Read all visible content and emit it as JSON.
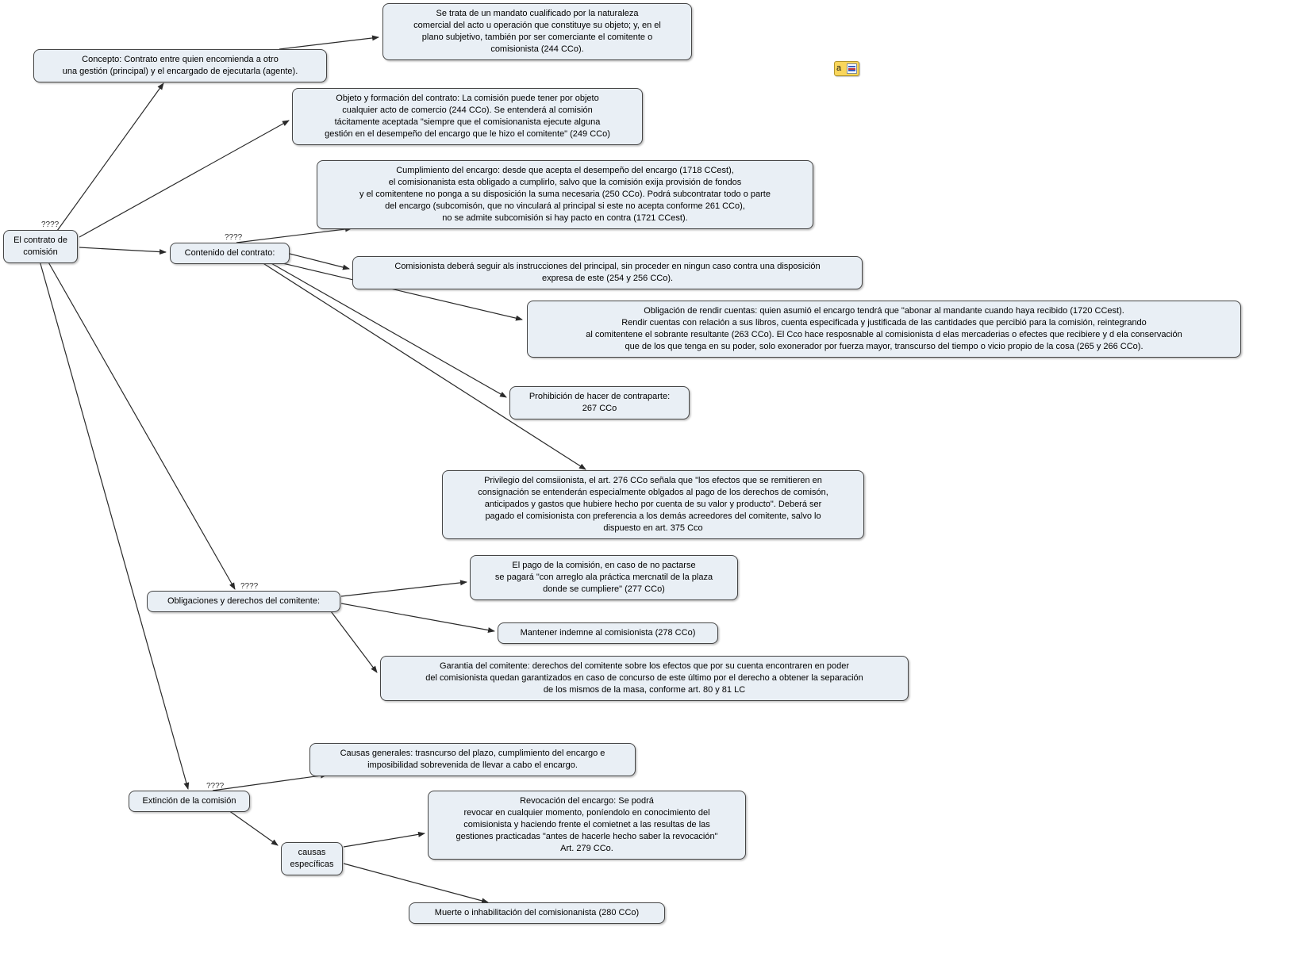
{
  "nodes": {
    "main": {
      "text": "El contrato de\ncomisión"
    },
    "concepto": {
      "text": "Concepto: Contrato entre quien encomienda a otro\nuna gestión (principal) y el encargado de ejecutarla (agente)."
    },
    "mandato": {
      "text": "Se trata de un mandato cualificado por la naturaleza\ncomercial del acto u operación que constituye su objeto; y, en el\nplano subjetivo, también por ser comerciante el comitente o\ncomisionista (244 CCo)."
    },
    "objeto": {
      "text": "Objeto y formación del contrato: La comisión puede tener por objeto\ncualquier acto de comercio (244 CCo). Se entenderá al comisión\ntácitamente aceptada \"siempre que el comisionanista ejecute alguna\ngestión en el desempeño del encargo que le hizo el comitente\" (249 CCo)"
    },
    "cumplimiento": {
      "text": "Cumplimiento del encargo: desde  que acepta el desempeño del encargo (1718 CCest),\nel comisionanista esta obligado a cumplirlo, salvo que la comisión exija provisión de fondos\ny el comitentene no ponga a su disposición la suma necesaria (250 CCo). Podrá subcontratar todo o parte\ndel encargo (subcomisón, que no vinculará al principal si este no acepta conforme 261 CCo),\nno se admite subcomisión si hay pacto en contra (1721 CCest)."
    },
    "contenido": {
      "text": "Contenido del contrato:"
    },
    "instrucciones": {
      "text": "Comisionista deberá seguir als instrucciones del principal, sin proceder en ningun caso contra una disposición\nexpresa de este (254 y 256 CCo)."
    },
    "rendir": {
      "text": "Obligación de rendir cuentas: quien asumió el encargo tendrá que \"abonar al mandante cuando haya recibido (1720 CCest).\nRendir cuentas con relación a sus libros, cuenta especificada y justificada de las cantidades que percibió para la comisión, reintegrando\nal comitentene el sobrante resultante (263 CCo). El Cco hace resposnable al comisionista d elas mercaderias o efectes que recibiere y d ela conservación\nque de los que tenga en su poder, solo exonerador por fuerza mayor, transcurso del tiempo o vicio propio de la cosa (265 y 266 CCo)."
    },
    "prohibicion": {
      "text": "Prohibición de hacer de contraparte:\n267 CCo"
    },
    "privilegio": {
      "text": "Privilegio del comsiionista, el art. 276 CCo señala que \"los efectos que se remitieren en\nconsignación se entenderán especialmente oblgados al pago de los derechos de comisón,\nanticipados y gastos que hubiere hecho por cuenta de su valor y producto\". Deberá ser\npagado el comisionista con preferencia a los demás acreedores del comitente, salvo lo\ndispuesto en art. 375 Cco"
    },
    "pago": {
      "text": "El pago de la comisión, en caso de no pactarse\nse pagará \"con arreglo ala práctica mercnatil de la plaza\ndonde se cumpliere\" (277 CCo)"
    },
    "obligaciones": {
      "text": "Obligaciones y derechos del comitente:"
    },
    "indemne": {
      "text": "Mantener indemne al comisionista (278 CCo)"
    },
    "garantia": {
      "text": "Garantia del comitente: derechos del comitente sobre los efectos que por su cuenta encontraren en poder\ndel comisionista quedan garantizados en caso de concurso de este último por el derecho a obtener la separación\nde los mismos de la masa, conforme art. 80 y 81 LC"
    },
    "causas_generales": {
      "text": "Causas generales: trasncurso del plazo, cumplimiento del encargo e\nimposibilidad sobrevenida de llevar a cabo el encargo."
    },
    "extincion": {
      "text": "Extinción de la comisión"
    },
    "revocacion": {
      "text": "Revocación del encargo: Se podrá\nrevocar en cualquier momento, poníendolo en conocimiento del\ncomisionista y haciendo frente el comietnet a las resultas de las\ngestiones practicadas \"antes de hacerle hecho saber la revocación\"\nArt. 279 CCo."
    },
    "causas_especificas": {
      "text": "causas\nespecíficas"
    },
    "muerte": {
      "text": "Muerte o inhabilitación del comisionanista (280 CCo)"
    }
  },
  "link_labels": {
    "unnamed": "????"
  },
  "resource_icon": {
    "label": "a"
  },
  "colors": {
    "node_fill": "#e9eff5",
    "node_border": "#454545",
    "edge": "#2a2a2a",
    "background": "#ffffff"
  }
}
